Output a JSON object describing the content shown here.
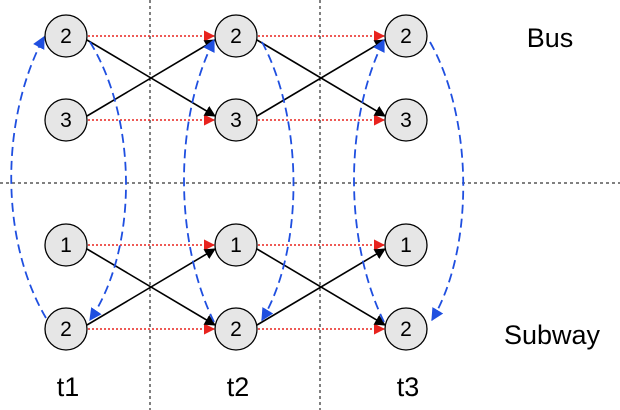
{
  "labels": {
    "bus": "Bus",
    "subway": "Subway",
    "t1": "t1",
    "t2": "t2",
    "t3": "t3"
  },
  "nodes": {
    "bus_top": [
      "2",
      "2",
      "2"
    ],
    "bus_bottom": [
      "3",
      "3",
      "3"
    ],
    "subway_top": [
      "1",
      "1",
      "1"
    ],
    "subway_bottom": [
      "2",
      "2",
      "2"
    ]
  },
  "colors": {
    "black_edge": "#000000",
    "red_dotted_edge": "#e8231e",
    "blue_dashed_edge": "#1f4fe0",
    "node_fill": "#e6e6e6"
  }
}
